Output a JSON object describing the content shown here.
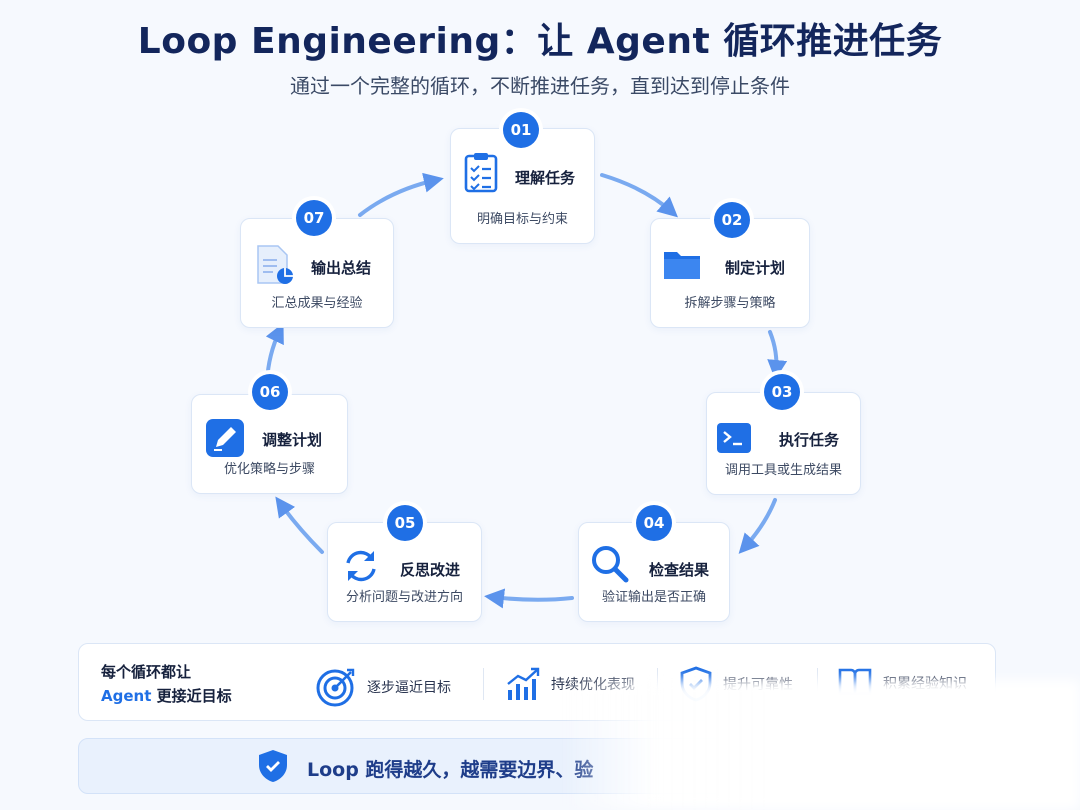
{
  "header": {
    "title": "Loop Engineering：让 Agent 循环推进任务",
    "subtitle": "通过一个完整的循环，不断推进任务，直到达到停止条件"
  },
  "steps": [
    {
      "num": "01",
      "title": "理解任务",
      "desc": "明确目标与约束",
      "icon": "clipboard-checklist-icon"
    },
    {
      "num": "02",
      "title": "制定计划",
      "desc": "拆解步骤与策略",
      "icon": "folder-icon"
    },
    {
      "num": "03",
      "title": "执行任务",
      "desc": "调用工具或生成结果",
      "icon": "terminal-icon"
    },
    {
      "num": "04",
      "title": "检查结果",
      "desc": "验证输出是否正确",
      "icon": "magnifier-icon"
    },
    {
      "num": "05",
      "title": "反思改进",
      "desc": "分析问题与改进方向",
      "icon": "refresh-cycle-icon"
    },
    {
      "num": "06",
      "title": "调整计划",
      "desc": "优化策略与步骤",
      "icon": "edit-pencil-icon"
    },
    {
      "num": "07",
      "title": "输出总结",
      "desc": "汇总成果与经验",
      "icon": "document-chart-icon"
    }
  ],
  "benefits": {
    "lead_line1": "每个循环都让",
    "lead_accent": "Agent",
    "lead_line2": " 更接近目标",
    "items": [
      {
        "label": "逐步逼近目标",
        "icon": "target-icon"
      },
      {
        "label": "持续优化表现",
        "icon": "trend-chart-icon"
      },
      {
        "label": "提升可靠性",
        "icon": "shield-check-icon"
      },
      {
        "label": "积累经验知识",
        "icon": "book-icon"
      }
    ]
  },
  "banner": {
    "text": "Loop 跑得越久，越需要边界、验",
    "icon": "shield-check-icon"
  },
  "colors": {
    "accent": "#1f6fe5",
    "title": "#13265c",
    "arrow": "#6fa3f0",
    "card_border": "#dbe6f6",
    "background": "#f6f9fe"
  }
}
